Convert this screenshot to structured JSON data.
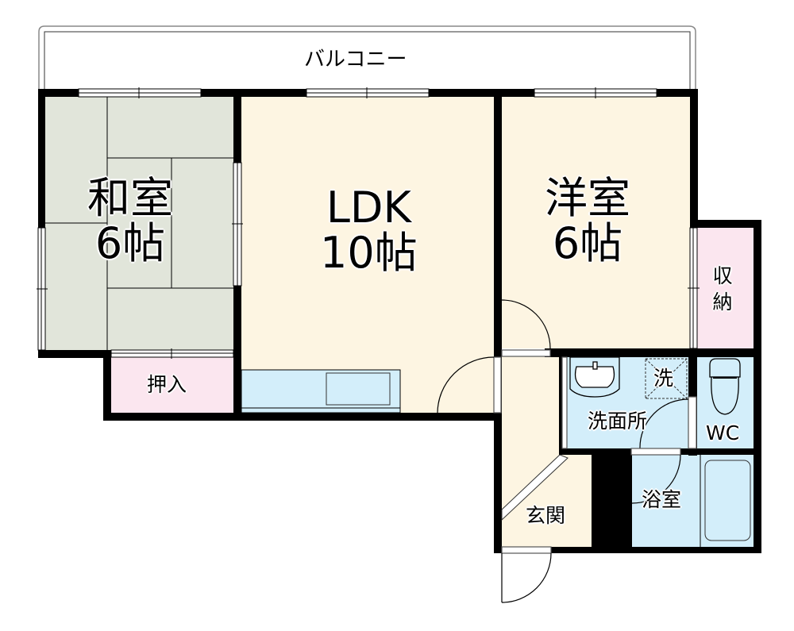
{
  "floor_plan": {
    "balcony": {
      "label": "バルコニー"
    },
    "rooms": [
      {
        "id": "washitsu",
        "name": "和室",
        "size": "6帖",
        "color": "#e1e5da"
      },
      {
        "id": "ldk",
        "name": "LDK",
        "size": "10帖",
        "color": "#fdf5e2"
      },
      {
        "id": "youshitsu",
        "name": "洋室",
        "size": "6帖",
        "color": "#fdf5e2"
      },
      {
        "id": "oshiire",
        "name": "押入",
        "color": "#fbe6ef"
      },
      {
        "id": "shuunou",
        "name": "収納",
        "color": "#fbe6ef"
      },
      {
        "id": "senmenjo",
        "name": "洗面所",
        "color": "#d3eefa"
      },
      {
        "id": "sentakuki",
        "name": "洗"
      },
      {
        "id": "wc",
        "name": "WC",
        "color": "#d3eefa"
      },
      {
        "id": "yokushitsu",
        "name": "浴室",
        "color": "#d3eefa"
      },
      {
        "id": "genkan",
        "name": "玄関",
        "color": "#fdf5e2"
      }
    ],
    "colors": {
      "wall": "#000000",
      "tatami": "#e1e5da",
      "flooring": "#fdf5e2",
      "storage": "#fbe6ef",
      "wet_area": "#d3eefa"
    }
  }
}
